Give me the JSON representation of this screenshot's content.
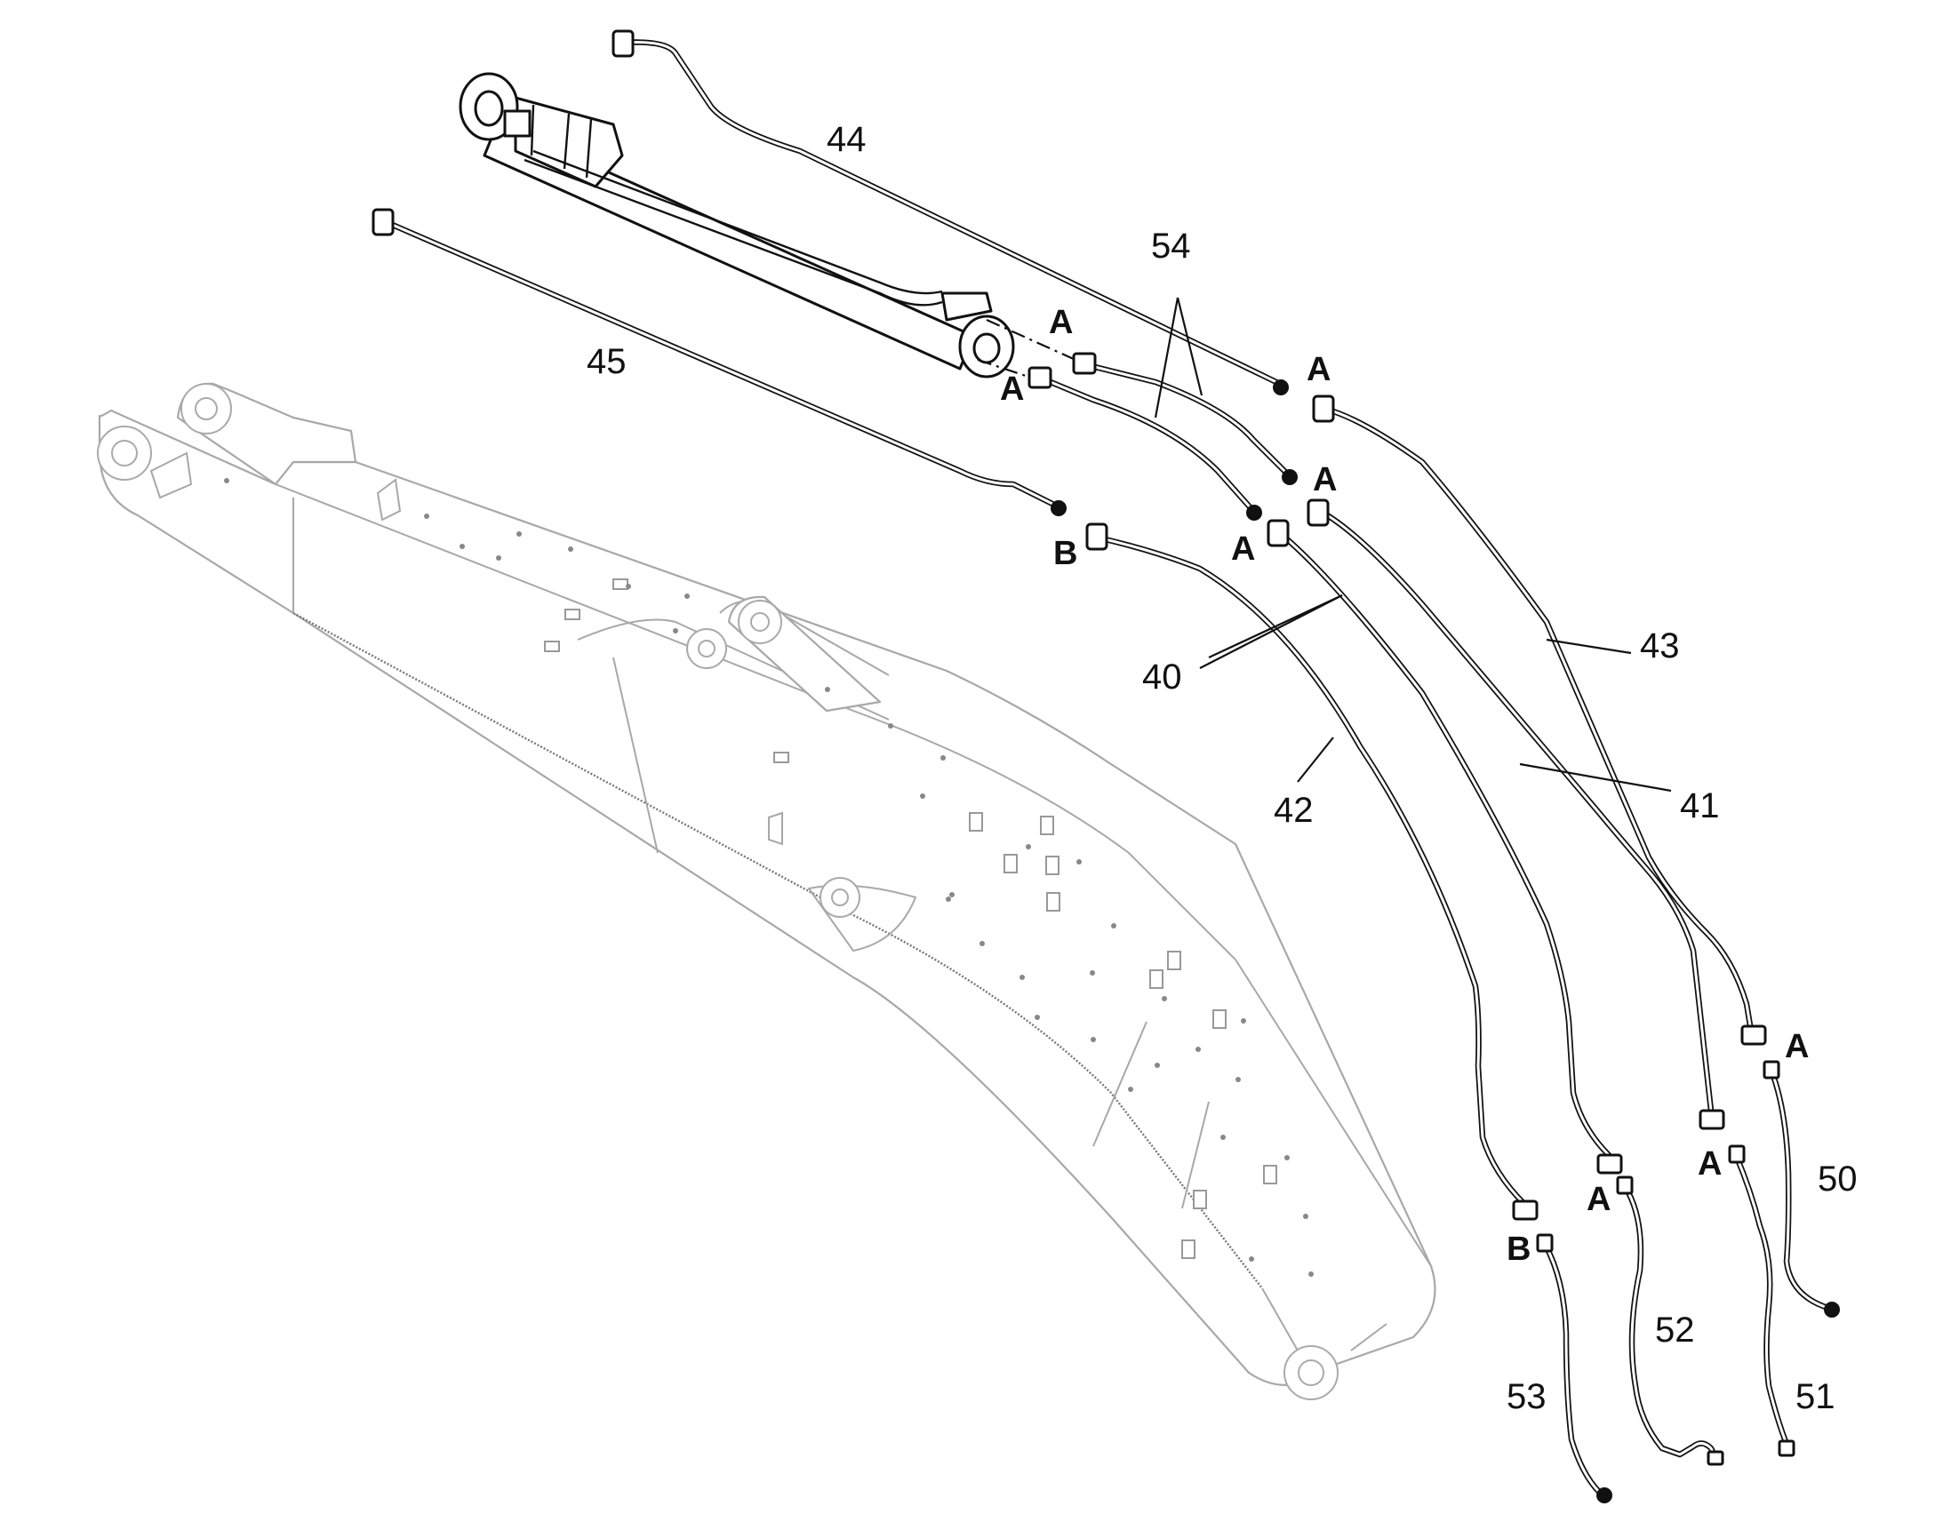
{
  "callouts": {
    "n40": "40",
    "n41": "41",
    "n42": "42",
    "n43": "43",
    "n44": "44",
    "n45": "45",
    "n50": "50",
    "n51": "51",
    "n52": "52",
    "n53": "53",
    "n54": "54"
  },
  "connectors": {
    "a": "A",
    "b": "B"
  }
}
